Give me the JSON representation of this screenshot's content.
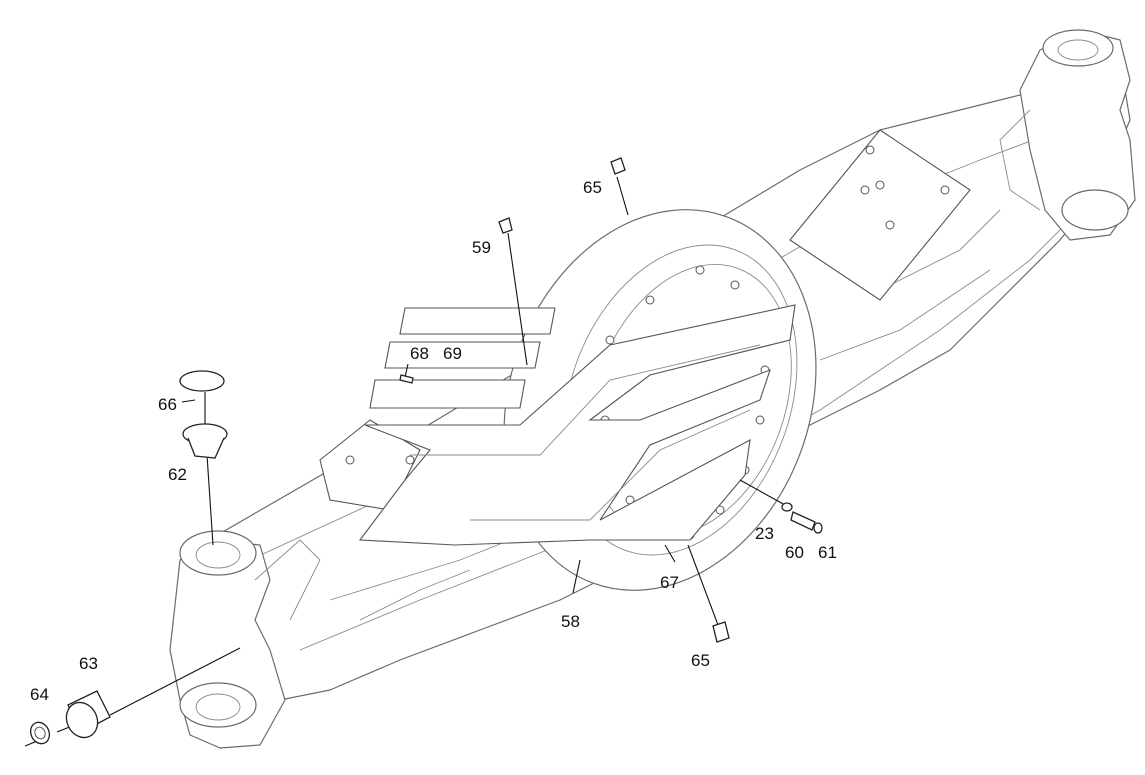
{
  "diagram": {
    "callouts": [
      {
        "id": "c65a",
        "text": "65"
      },
      {
        "id": "c59",
        "text": "59"
      },
      {
        "id": "c68",
        "text": "68"
      },
      {
        "id": "c69",
        "text": "69"
      },
      {
        "id": "c66",
        "text": "66"
      },
      {
        "id": "c62",
        "text": "62"
      },
      {
        "id": "c23",
        "text": "23"
      },
      {
        "id": "c60",
        "text": "60"
      },
      {
        "id": "c61",
        "text": "61"
      },
      {
        "id": "c67",
        "text": "67"
      },
      {
        "id": "c58",
        "text": "58"
      },
      {
        "id": "c65b",
        "text": "65"
      },
      {
        "id": "c63",
        "text": "63"
      },
      {
        "id": "c64",
        "text": "64"
      }
    ]
  }
}
